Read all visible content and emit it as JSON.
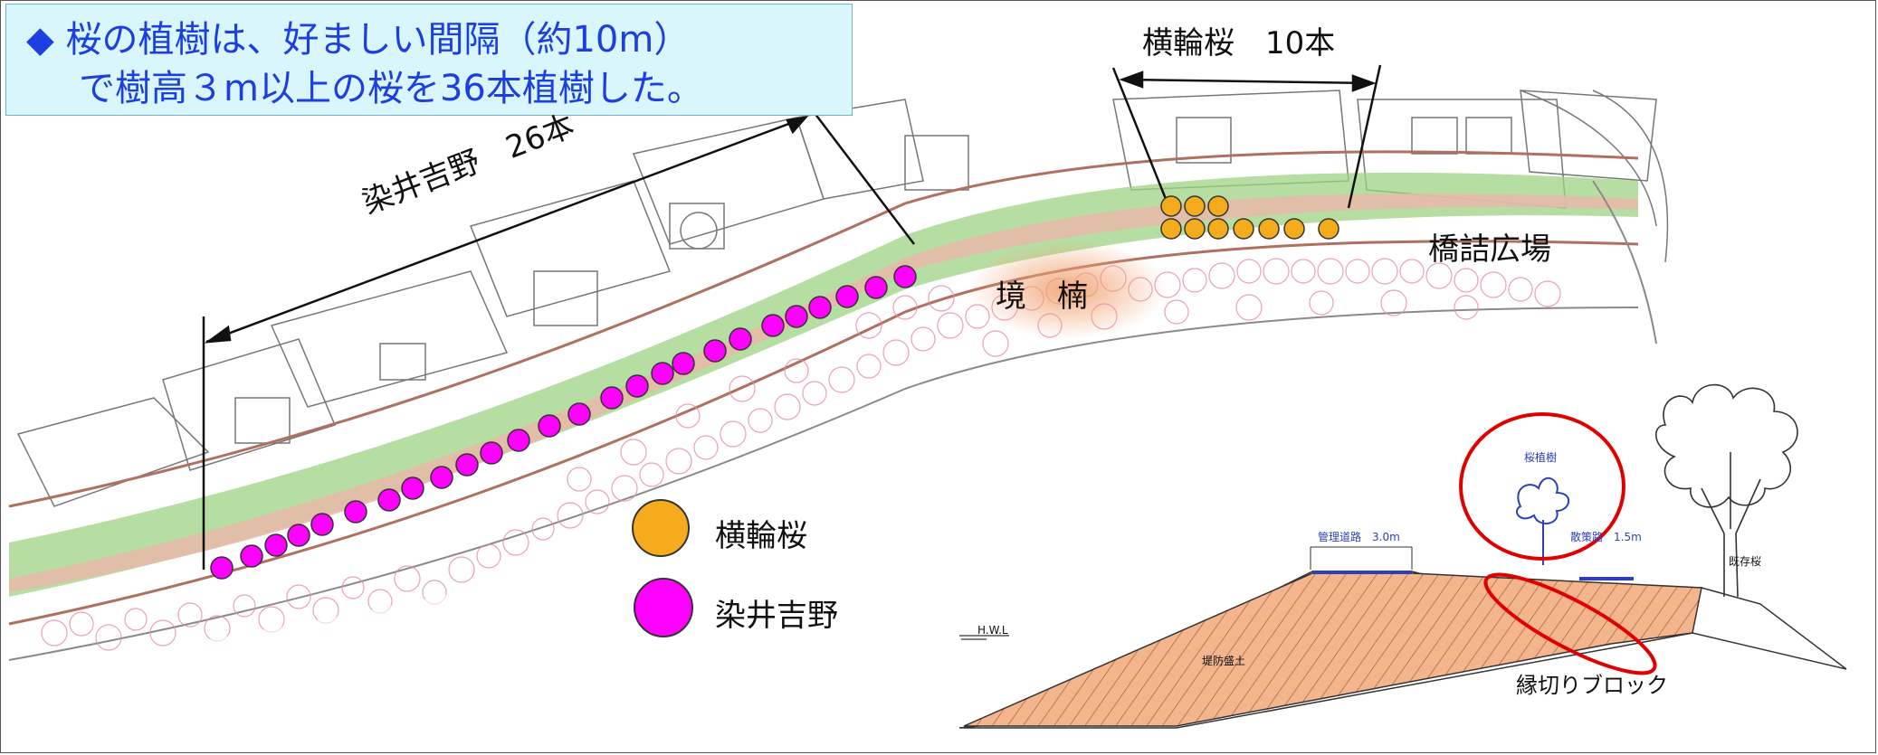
{
  "callout": {
    "bullet": "◆",
    "line1": "桜の植樹は、好ましい間隔（約10m）",
    "line2": "で樹高３m以上の桜を36本植樹した。"
  },
  "labels": {
    "yokowa_count": "横輪桜　10本",
    "somei_count": "染井吉野　26本",
    "plaza": "橋詰広場",
    "kusunoki": "境　楠"
  },
  "legend": [
    {
      "label": "横輪桜",
      "color": "#f5ac1c"
    },
    {
      "label": "染井吉野",
      "color": "#ff00ff"
    }
  ],
  "section": {
    "planting": "桜植樹",
    "mgmt_road": "管理道路　3.0m",
    "walk_path": "散策路　1.5m",
    "existing": "既存桜",
    "hwl": "H.W.L",
    "embankment": "堤防盛土",
    "block": "縁切りブロック"
  },
  "colors": {
    "yokowa": "#f5ac1c",
    "somei": "#ff00ff",
    "callout_bg": "#d8f6fb",
    "callout_text": "#1b3fe0",
    "highlight": "#e00000"
  }
}
